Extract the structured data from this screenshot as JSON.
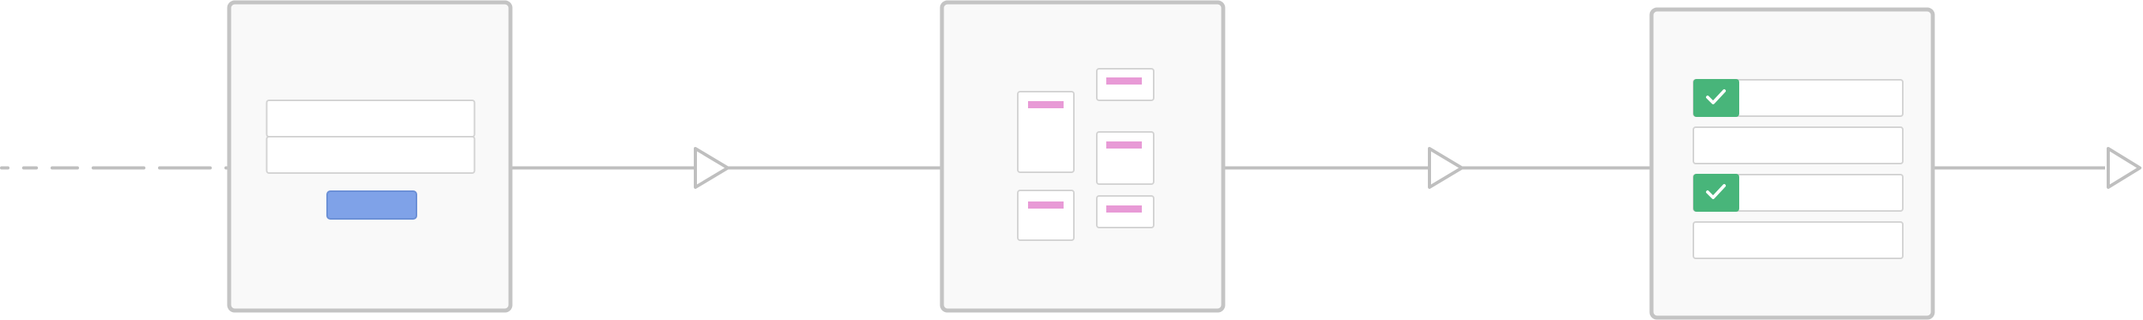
{
  "diagram": {
    "type": "process-flow",
    "lead_in": "dashed-line",
    "connector_style": "solid-line-with-arrowhead",
    "stages": [
      {
        "name": "form-card",
        "content": {
          "input_fields": 2,
          "has_submit_button": true
        }
      },
      {
        "name": "kanban-card",
        "content": {
          "columns": [
            {
              "cards": 2
            },
            {
              "cards": 3
            }
          ]
        }
      },
      {
        "name": "checklist-card",
        "content": {
          "items": [
            {
              "checked": true
            },
            {
              "checked": false
            },
            {
              "checked": true
            },
            {
              "checked": false
            }
          ]
        }
      }
    ],
    "icons": {
      "check": "check-icon",
      "arrow": "arrow-right-icon"
    }
  },
  "colors": {
    "background": "#ffffff",
    "card_fill": "#f9f9f9",
    "card_border": "#c4c4c4",
    "line": "#bfbfbf",
    "field_border": "#d3d3d3",
    "field_fill": "#ffffff",
    "button": "#7fa2e8",
    "button_border": "#6a8fd6",
    "tag": "#e89ad6",
    "check_fill": "#48b57a",
    "check_mark": "#ffffff"
  }
}
